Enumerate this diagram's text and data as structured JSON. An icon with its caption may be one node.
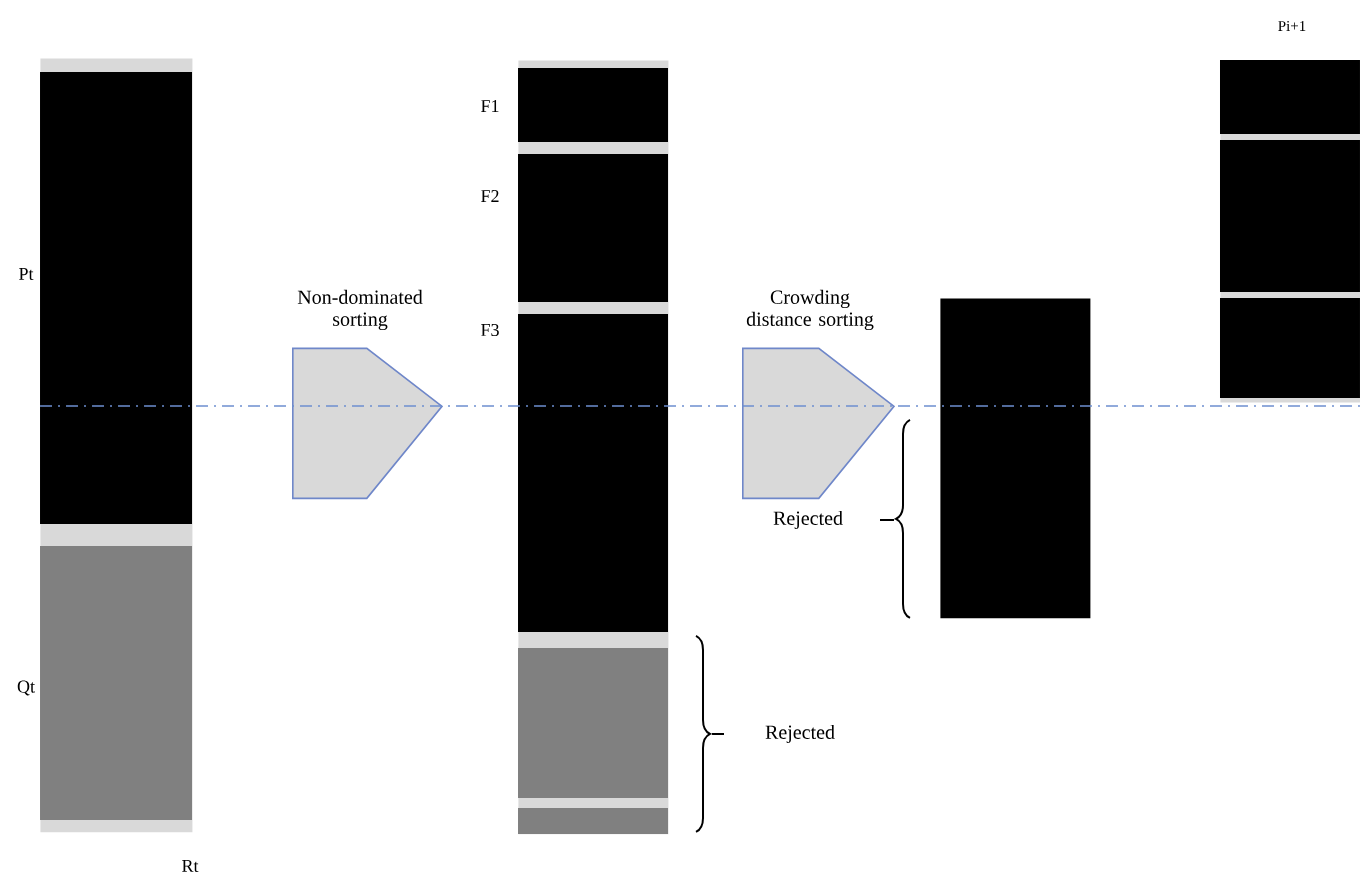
{
  "diagram": {
    "nodes": [
      {
        "text": [],
        "shape": "bar",
        "beside": [
          "Pt",
          "Qt",
          "Rt"
        ]
      },
      {
        "text": [],
        "shape": "bar",
        "beside": [
          "F1",
          "F2",
          "F3"
        ]
      },
      {
        "text": [],
        "shape": "bar"
      },
      {
        "text": [],
        "shape": "bar",
        "beside": [
          "Pi+1"
        ]
      }
    ],
    "edges": [
      {
        "from": 0,
        "to": 1,
        "arrow": "to",
        "label": "Non-dominated sorting"
      },
      {
        "from": 1,
        "to": 2,
        "arrow": "to",
        "label": "Crowding distance sorting"
      }
    ],
    "labels": [
      "Rejected",
      "Rejected"
    ]
  }
}
